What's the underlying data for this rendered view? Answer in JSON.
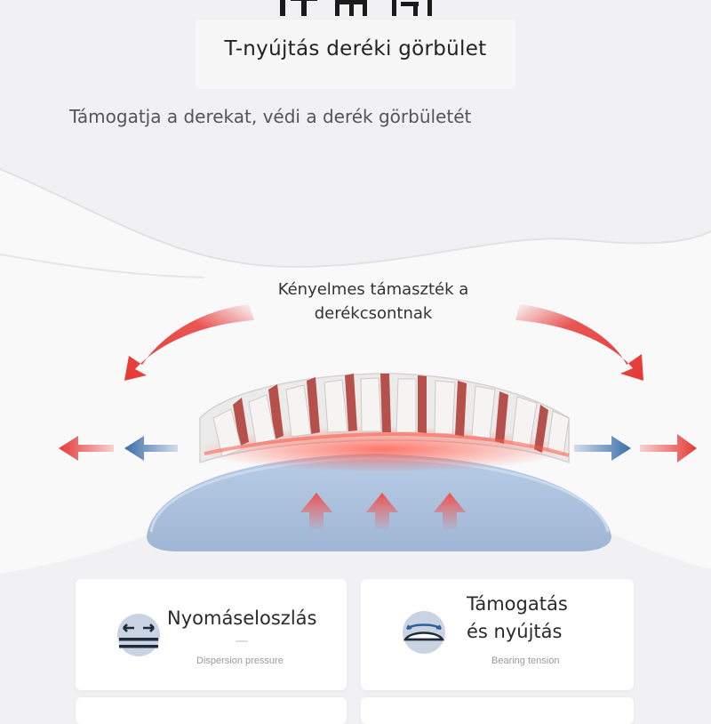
{
  "header": {
    "subtitle": "T-nyújtás deréki görbület",
    "tagline": "Támogatja a derekat, védi a derék görbületét"
  },
  "illustration": {
    "comfort_line1": "Kényelmes támaszték a",
    "comfort_line2": "derékcsontnak",
    "colors": {
      "arrow_red": "#e53935",
      "arrow_blue": "#3a6ea8",
      "cushion": "#a9c0dc",
      "background": "#f1f1f3"
    }
  },
  "features": [
    {
      "icon": "pressure-distribution-icon",
      "title": "Nyomáseloszlás",
      "subtitle": "Dispersion pressure"
    },
    {
      "icon": "support-stretch-icon",
      "title_line1": "Támogatás",
      "title_line2": "és nyújtás",
      "subtitle": "Bearing tension"
    }
  ]
}
